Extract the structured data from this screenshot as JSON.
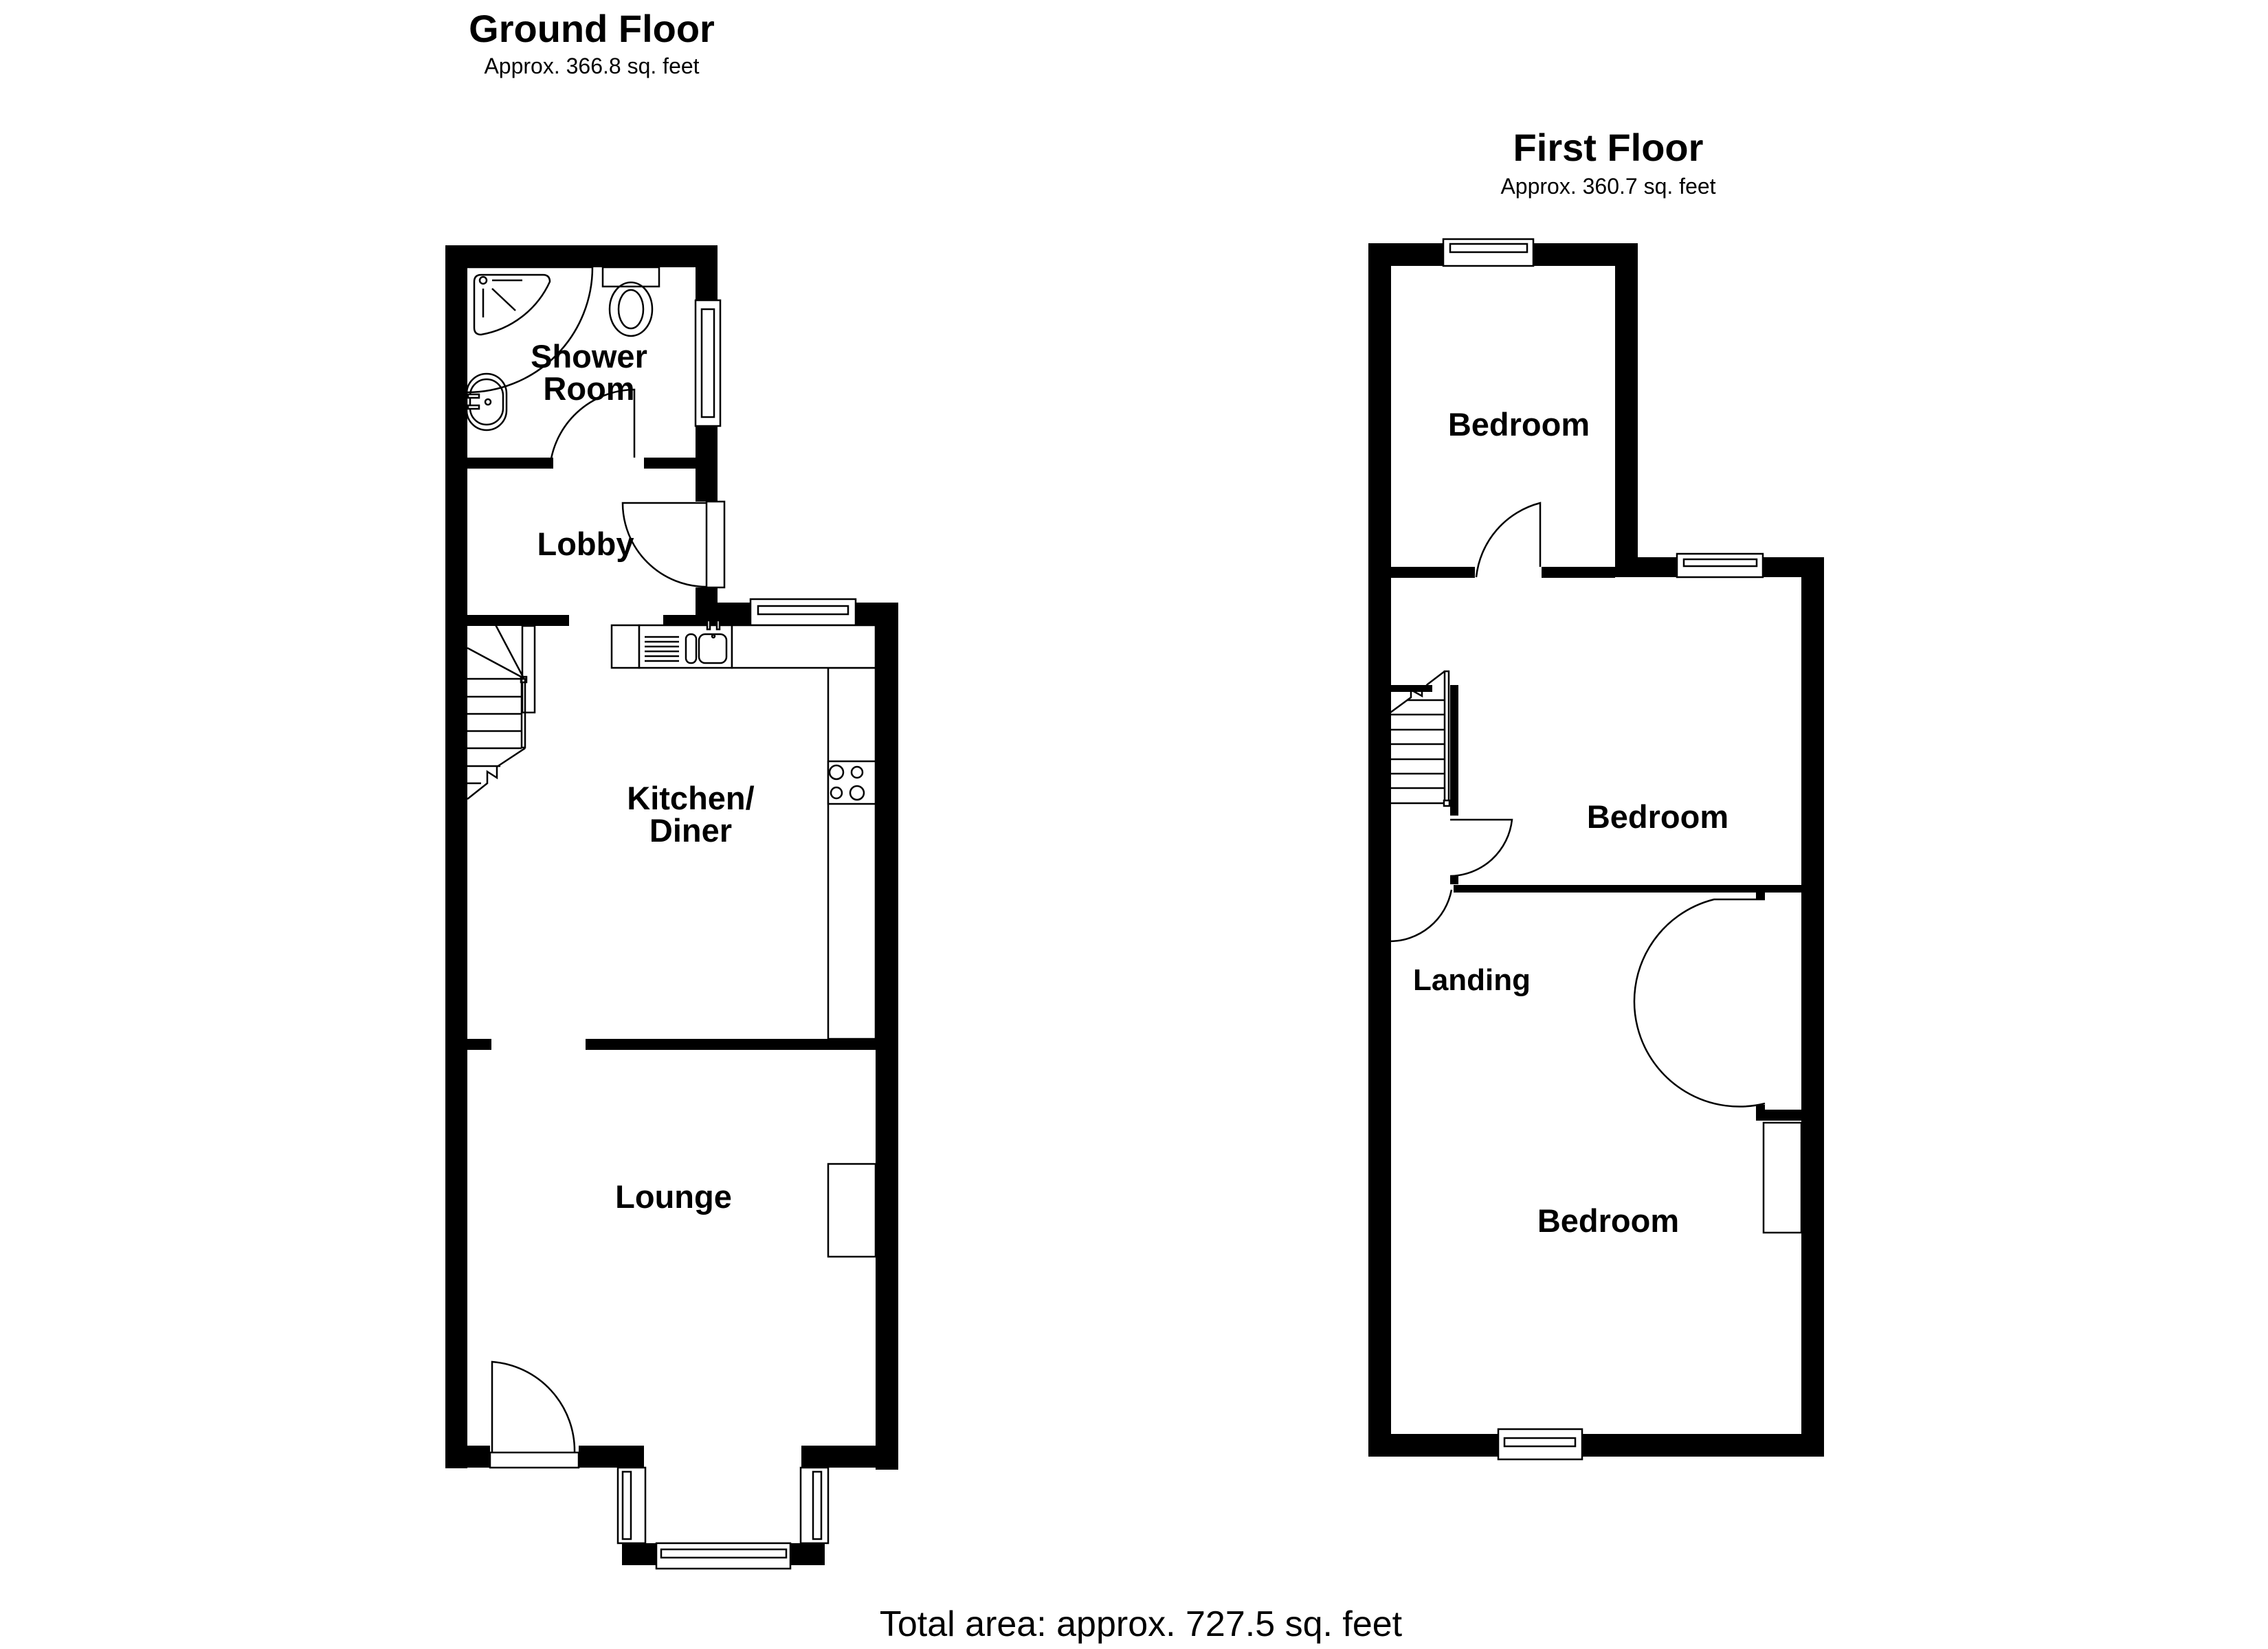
{
  "ground_floor": {
    "title": "Ground Floor",
    "area": "Approx. 366.8 sq. feet",
    "rooms": {
      "shower_room_line1": "Shower",
      "shower_room_line2": "Room",
      "lobby": "Lobby",
      "kitchen_line1": "Kitchen/",
      "kitchen_line2": "Diner",
      "lounge": "Lounge"
    }
  },
  "first_floor": {
    "title": "First Floor",
    "area": "Approx. 360.7 sq. feet",
    "rooms": {
      "bedroom_rear": "Bedroom",
      "bedroom_middle": "Bedroom",
      "landing": "Landing",
      "bedroom_front": "Bedroom"
    }
  },
  "footer": {
    "total_area": "Total area: approx. 727.5 sq. feet"
  },
  "colors": {
    "wall": "#000000",
    "background": "#ffffff"
  }
}
